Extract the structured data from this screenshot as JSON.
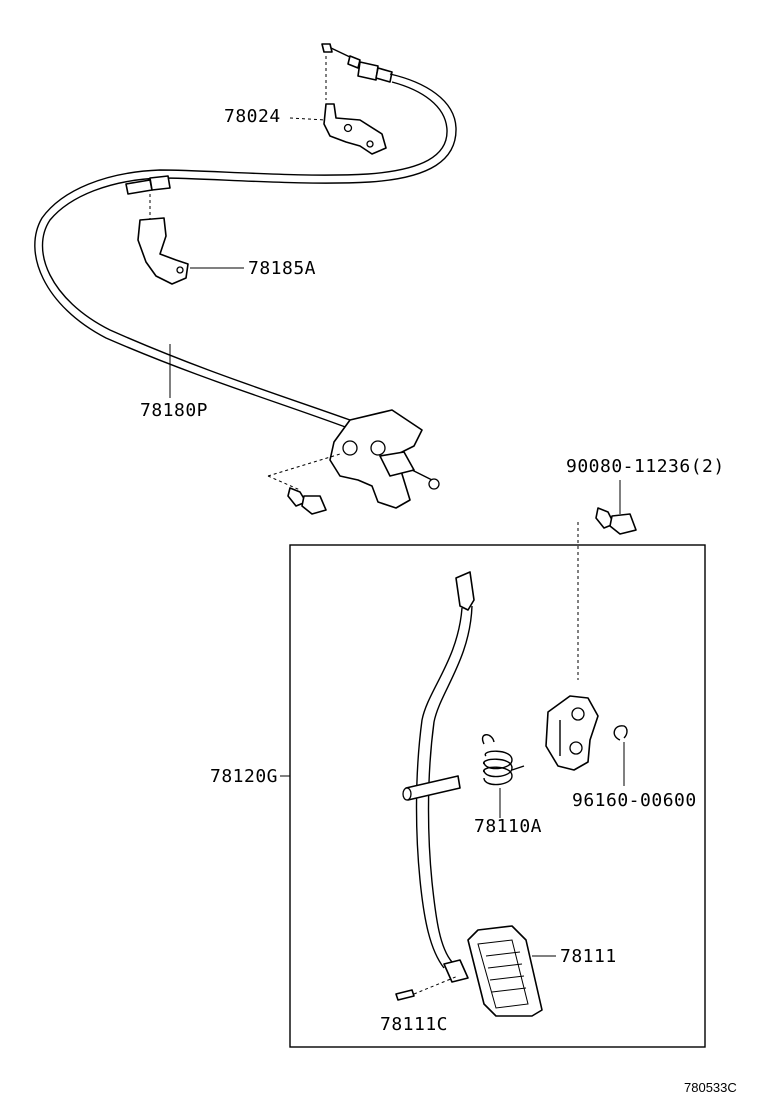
{
  "labels": {
    "p78024": "78024",
    "p78185A": "78185A",
    "p78180P": "78180P",
    "p90080": "90080-11236(2)",
    "p78120G": "78120G",
    "p96160": "96160-00600",
    "p78110A": "78110A",
    "p78111": "78111",
    "p78111C": "78111C"
  },
  "diagram_code": "780533C"
}
